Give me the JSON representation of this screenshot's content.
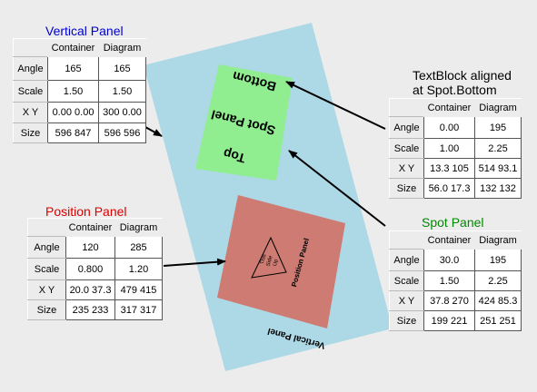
{
  "colors": {
    "background": "#ececec",
    "vertical_panel": "#add8e6",
    "spot_panel": "#90ee90",
    "position_panel": "#cd7b73",
    "vertical_title": "#0000cc",
    "position_title": "#dd0000",
    "spot_title": "#008800"
  },
  "columns": {
    "container": "Container",
    "diagram": "Diagram"
  },
  "row_labels": {
    "angle": "Angle",
    "scale": "Scale",
    "xy": "X Y",
    "size": "Size"
  },
  "vertical": {
    "title": "Vertical Panel",
    "angle": [
      "165",
      "165"
    ],
    "scale": [
      "1.50",
      "1.50"
    ],
    "xy": [
      "0.00 0.00",
      "300  0.00"
    ],
    "size": [
      "596  847",
      "596  596"
    ]
  },
  "position": {
    "title": "Position Panel",
    "angle": [
      "120",
      "285"
    ],
    "scale": [
      "0.800",
      "1.20"
    ],
    "xy": [
      "20.0 37.3",
      "479  415"
    ],
    "size": [
      "235  233",
      "317  317"
    ]
  },
  "textblock": {
    "title": "TextBlock aligned\nat Spot.Bottom",
    "angle": [
      "0.00",
      "195"
    ],
    "scale": [
      "1.00",
      "2.25"
    ],
    "xy": [
      "13.3  105",
      "514  93.1"
    ],
    "size": [
      "56.0 17.3",
      "132  132"
    ]
  },
  "spot": {
    "title": "Spot Panel",
    "angle": [
      "30.0",
      "195"
    ],
    "scale": [
      "1.50",
      "2.25"
    ],
    "xy": [
      "37.8  270",
      "424  85.3"
    ],
    "size": [
      "199  221",
      "251  251"
    ]
  },
  "diagram": {
    "vertical_label": "Vertical Panel",
    "spot_top": "Top",
    "spot_middle": "Spot Panel",
    "spot_bottom": "Bottom",
    "position_label": "Position Panel",
    "triangle_line1": "This",
    "triangle_line2": "Side",
    "triangle_line3": "Up"
  }
}
